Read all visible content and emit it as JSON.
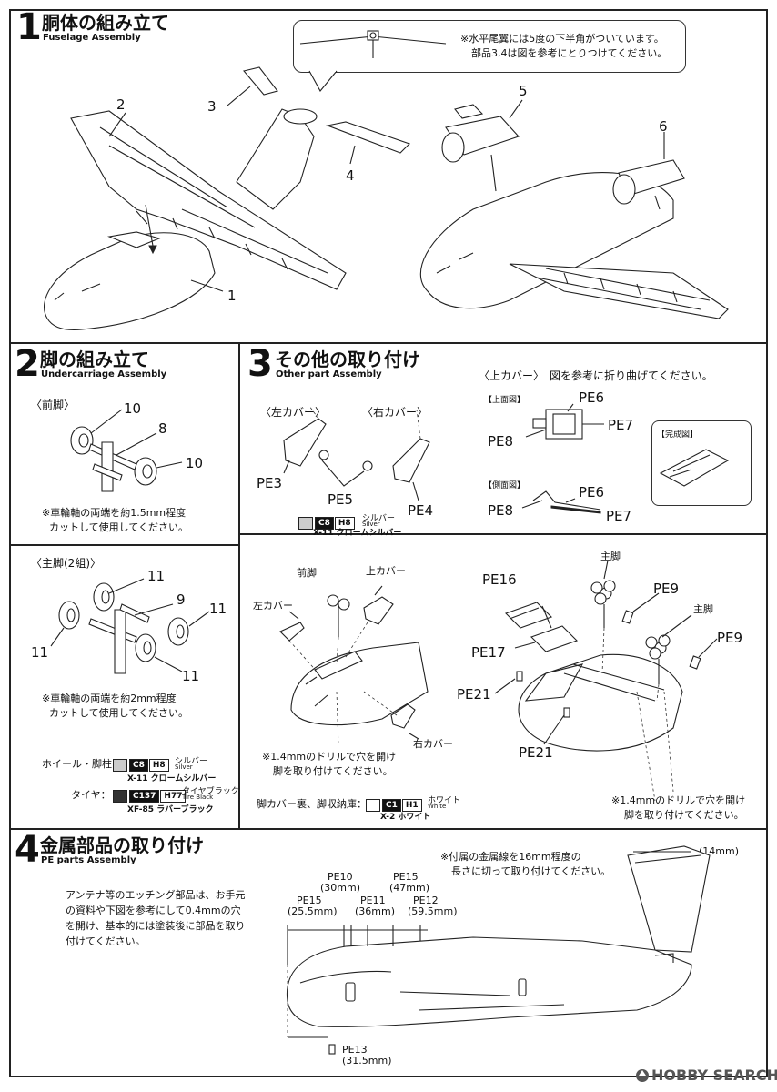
{
  "step1": {
    "number": "1",
    "title_jp": "胴体の組み立て",
    "title_en": "Fuselage Assembly",
    "callout_note": [
      "※水平尾翼には5度の下半角がついています。",
      "部品3,4は図を参考にとりつけてください。"
    ],
    "part_labels": [
      "1",
      "2",
      "3",
      "4",
      "5",
      "6"
    ]
  },
  "step2": {
    "number": "2",
    "title_jp": "脚の組み立て",
    "title_en": "Undercarriage Assembly",
    "nose_heading": "〈前脚〉",
    "nose_labels": [
      "10",
      "8",
      "10"
    ],
    "nose_note": [
      "※車輪軸の両端を約1.5mm程度",
      "カットして使用してください。"
    ],
    "main_heading": "〈主脚(2組)〉",
    "main_labels": [
      "11",
      "9",
      "11",
      "11",
      "11"
    ],
    "main_note": [
      "※車輪軸の両端を約2mm程度",
      "カットして使用してください。"
    ],
    "wheel_label": "ホイール・脚柱：",
    "wheel_codes": [
      "C8",
      "H8"
    ],
    "wheel_name": "シルバー",
    "wheel_name_en": "Silver",
    "wheel_sub": "X-11 クロームシルバー",
    "tire_label": "タイヤ：",
    "tire_codes": [
      "C137",
      "H77"
    ],
    "tire_name": "タイヤブラック",
    "tire_name_en": "Tire Black",
    "tire_sub": "XF-85 ラバーブラック"
  },
  "step3": {
    "number": "3",
    "title_jp": "その他の取り付け",
    "title_en": "Other part Assembly",
    "left_cover": "〈左カバー〉",
    "right_cover": "〈右カバー〉",
    "pe_left": [
      "PE3",
      "PE5",
      "PE4"
    ],
    "silver_codes": [
      "C8",
      "H8"
    ],
    "silver_name": "シルバー",
    "silver_name_en": "Silver",
    "silver_sub": "X-11 クロームシルバー",
    "upper_cover_heading": "〈上カバー〉",
    "upper_cover_note": "図を参考に折り曲げてください。",
    "top_view": "【上面図】",
    "side_view": "【側面図】",
    "done_view": "【完成図】",
    "pe_top": [
      "PE6",
      "PE8",
      "PE7"
    ],
    "pe_side": [
      "PE6",
      "PE8",
      "PE7"
    ],
    "lower_labels": {
      "front_gear": "前脚",
      "upper_cover": "上カバー",
      "left_cover": "左カバー",
      "right_cover": "右カバー",
      "main_gear_1": "主脚",
      "main_gear_2": "主脚"
    },
    "pe_lower": [
      "PE16",
      "PE9",
      "PE9",
      "PE17",
      "PE21",
      "PE21"
    ],
    "drill_note_left": [
      "※1.4mmのドリルで穴を開け",
      "脚を取り付けてください。"
    ],
    "drill_note_right": [
      "※1.4mmのドリルで穴を開け",
      "脚を取り付けてください。"
    ],
    "white_label": "脚カバー裏、脚収納庫：",
    "white_codes": [
      "C1",
      "H1"
    ],
    "white_name": "ホワイト",
    "white_name_en": "White",
    "white_sub": "X-2 ホワイト"
  },
  "step4": {
    "number": "4",
    "title_jp": "金属部品の取り付け",
    "title_en": "PE parts Assembly",
    "note": [
      "アンテナ等のエッチング部品は、お手元",
      "の資料や下図を参考にして0.4mmの穴",
      "を開け、基本的には塗装後に部品を取り",
      "付けてください。"
    ],
    "wire_note": [
      "※付属の金属線を16mm程度の",
      "長さに切って取り付けてください。"
    ],
    "dim_14": "(14mm)",
    "pe_dims": [
      {
        "pe": "PE10",
        "mm": "(30mm)"
      },
      {
        "pe": "PE15",
        "mm": "(47mm)"
      },
      {
        "pe": "PE15",
        "mm": "(25.5mm)"
      },
      {
        "pe": "PE11",
        "mm": "(36mm)"
      },
      {
        "pe": "PE12",
        "mm": "(59.5mm)"
      },
      {
        "pe": "PE13",
        "mm": "(31.5mm)"
      }
    ]
  },
  "watermark": "HOBBY SEARCH"
}
